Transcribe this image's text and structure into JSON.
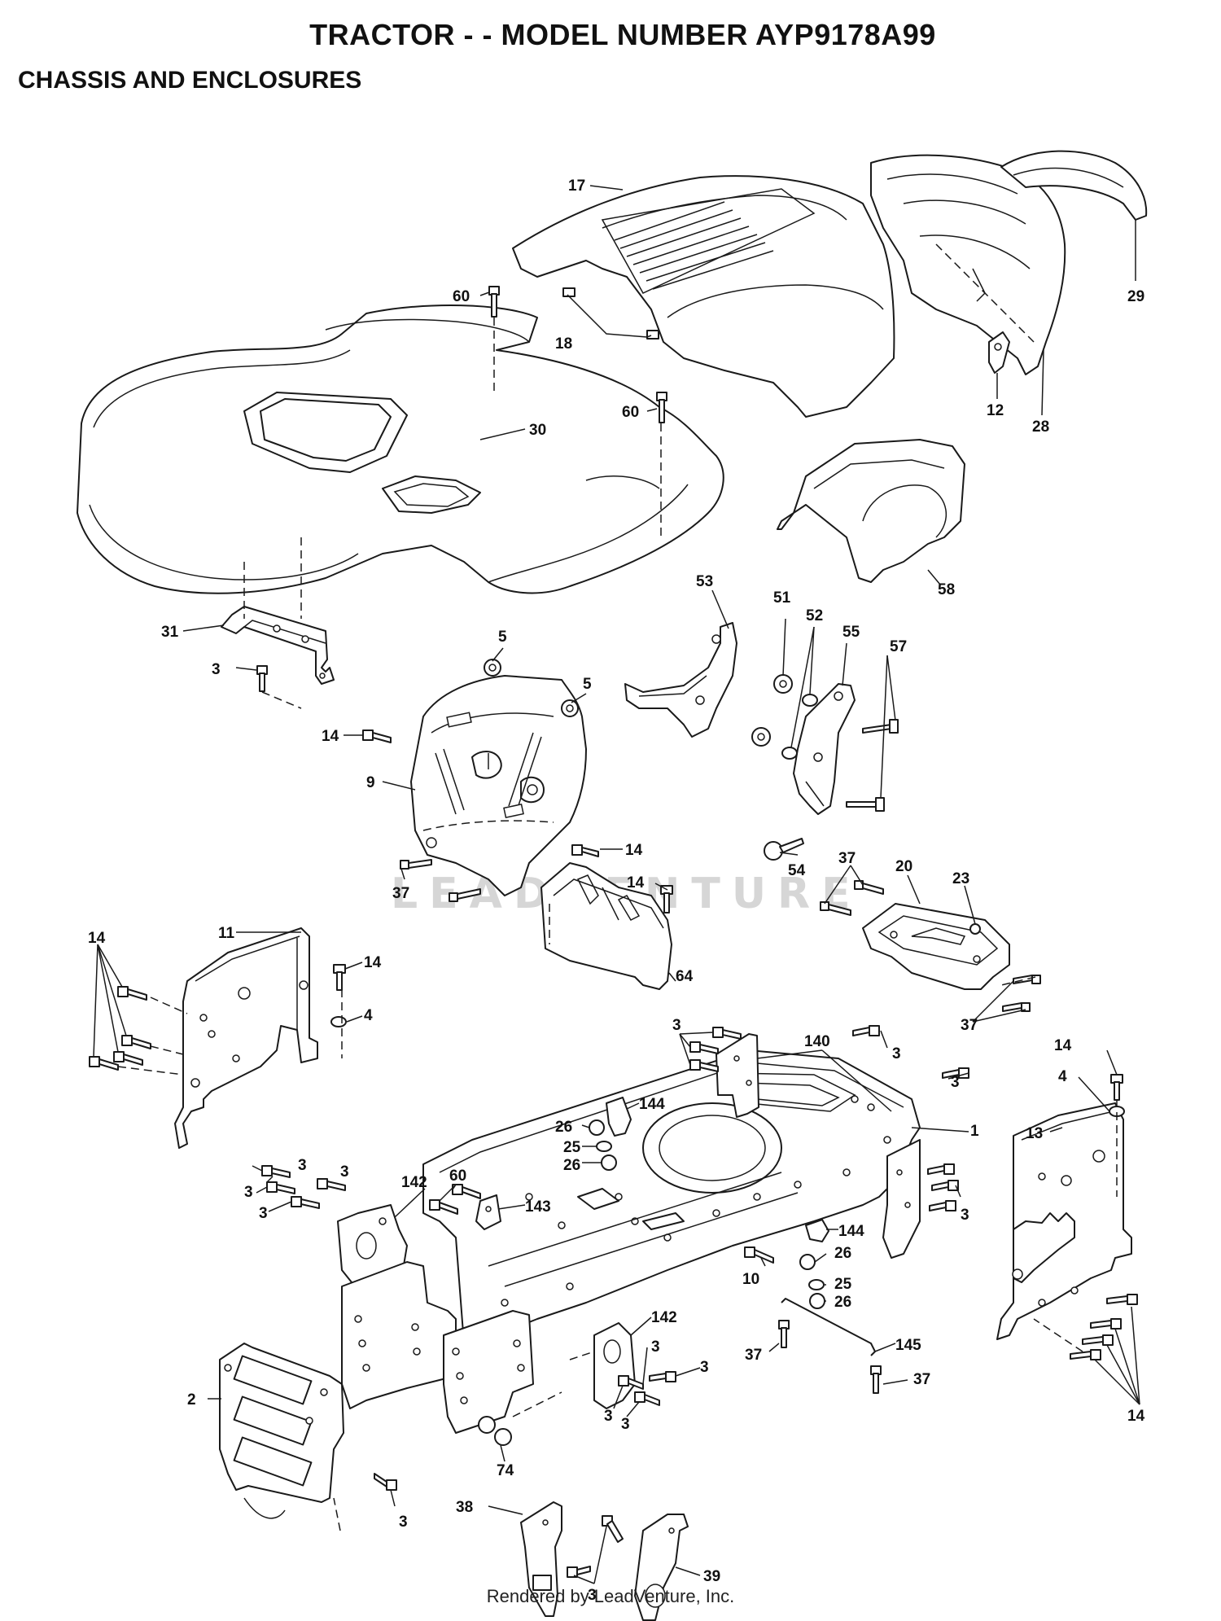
{
  "header": {
    "title": "TRACTOR - - MODEL NUMBER AYP9178A99",
    "subtitle": "CHASSIS AND ENCLOSURES"
  },
  "footer": {
    "text": "Rendered by LeadVenture, Inc."
  },
  "watermark": {
    "text": "LEADVENTURE"
  },
  "callouts": {
    "c17": "17",
    "c60a": "60",
    "c18": "18",
    "c60b": "60",
    "c30": "30",
    "c29": "29",
    "c12": "12",
    "c28": "28",
    "c58": "58",
    "c31": "31",
    "c3a": "3",
    "c5a": "5",
    "c5b": "5",
    "c53": "53",
    "c51": "51",
    "c52": "52",
    "c55": "55",
    "c57": "57",
    "c14a": "14",
    "c9": "9",
    "c14b": "14",
    "c14c": "14",
    "c37a": "37",
    "c54": "54",
    "c37b": "37",
    "c20": "20",
    "c23": "23",
    "c11": "11",
    "c14d": "14",
    "c14e": "14",
    "c4a": "4",
    "c64": "64",
    "c37c": "37",
    "c3b": "3",
    "c140": "140",
    "c3c": "3",
    "c3d": "3",
    "c14f": "14",
    "c4b": "4",
    "c144a": "144",
    "c1": "1",
    "c13": "13",
    "c26a": "26",
    "c25a": "25",
    "c26b": "26",
    "c3e": "3",
    "c3f": "3",
    "c3g": "3",
    "c3h": "3",
    "c60c": "60",
    "c142a": "142",
    "c143": "143",
    "c144b": "144",
    "c3i": "3",
    "c26c": "26",
    "c10": "10",
    "c25b": "25",
    "c26d": "26",
    "c142b": "142",
    "c3j": "3",
    "c37d": "37",
    "c145": "145",
    "c37e": "37",
    "c3k": "3",
    "c2": "2",
    "c3l": "3",
    "c3m": "3",
    "c74": "74",
    "c3n": "3",
    "c14g": "14",
    "c38": "38",
    "c3o": "3",
    "c39": "39"
  }
}
